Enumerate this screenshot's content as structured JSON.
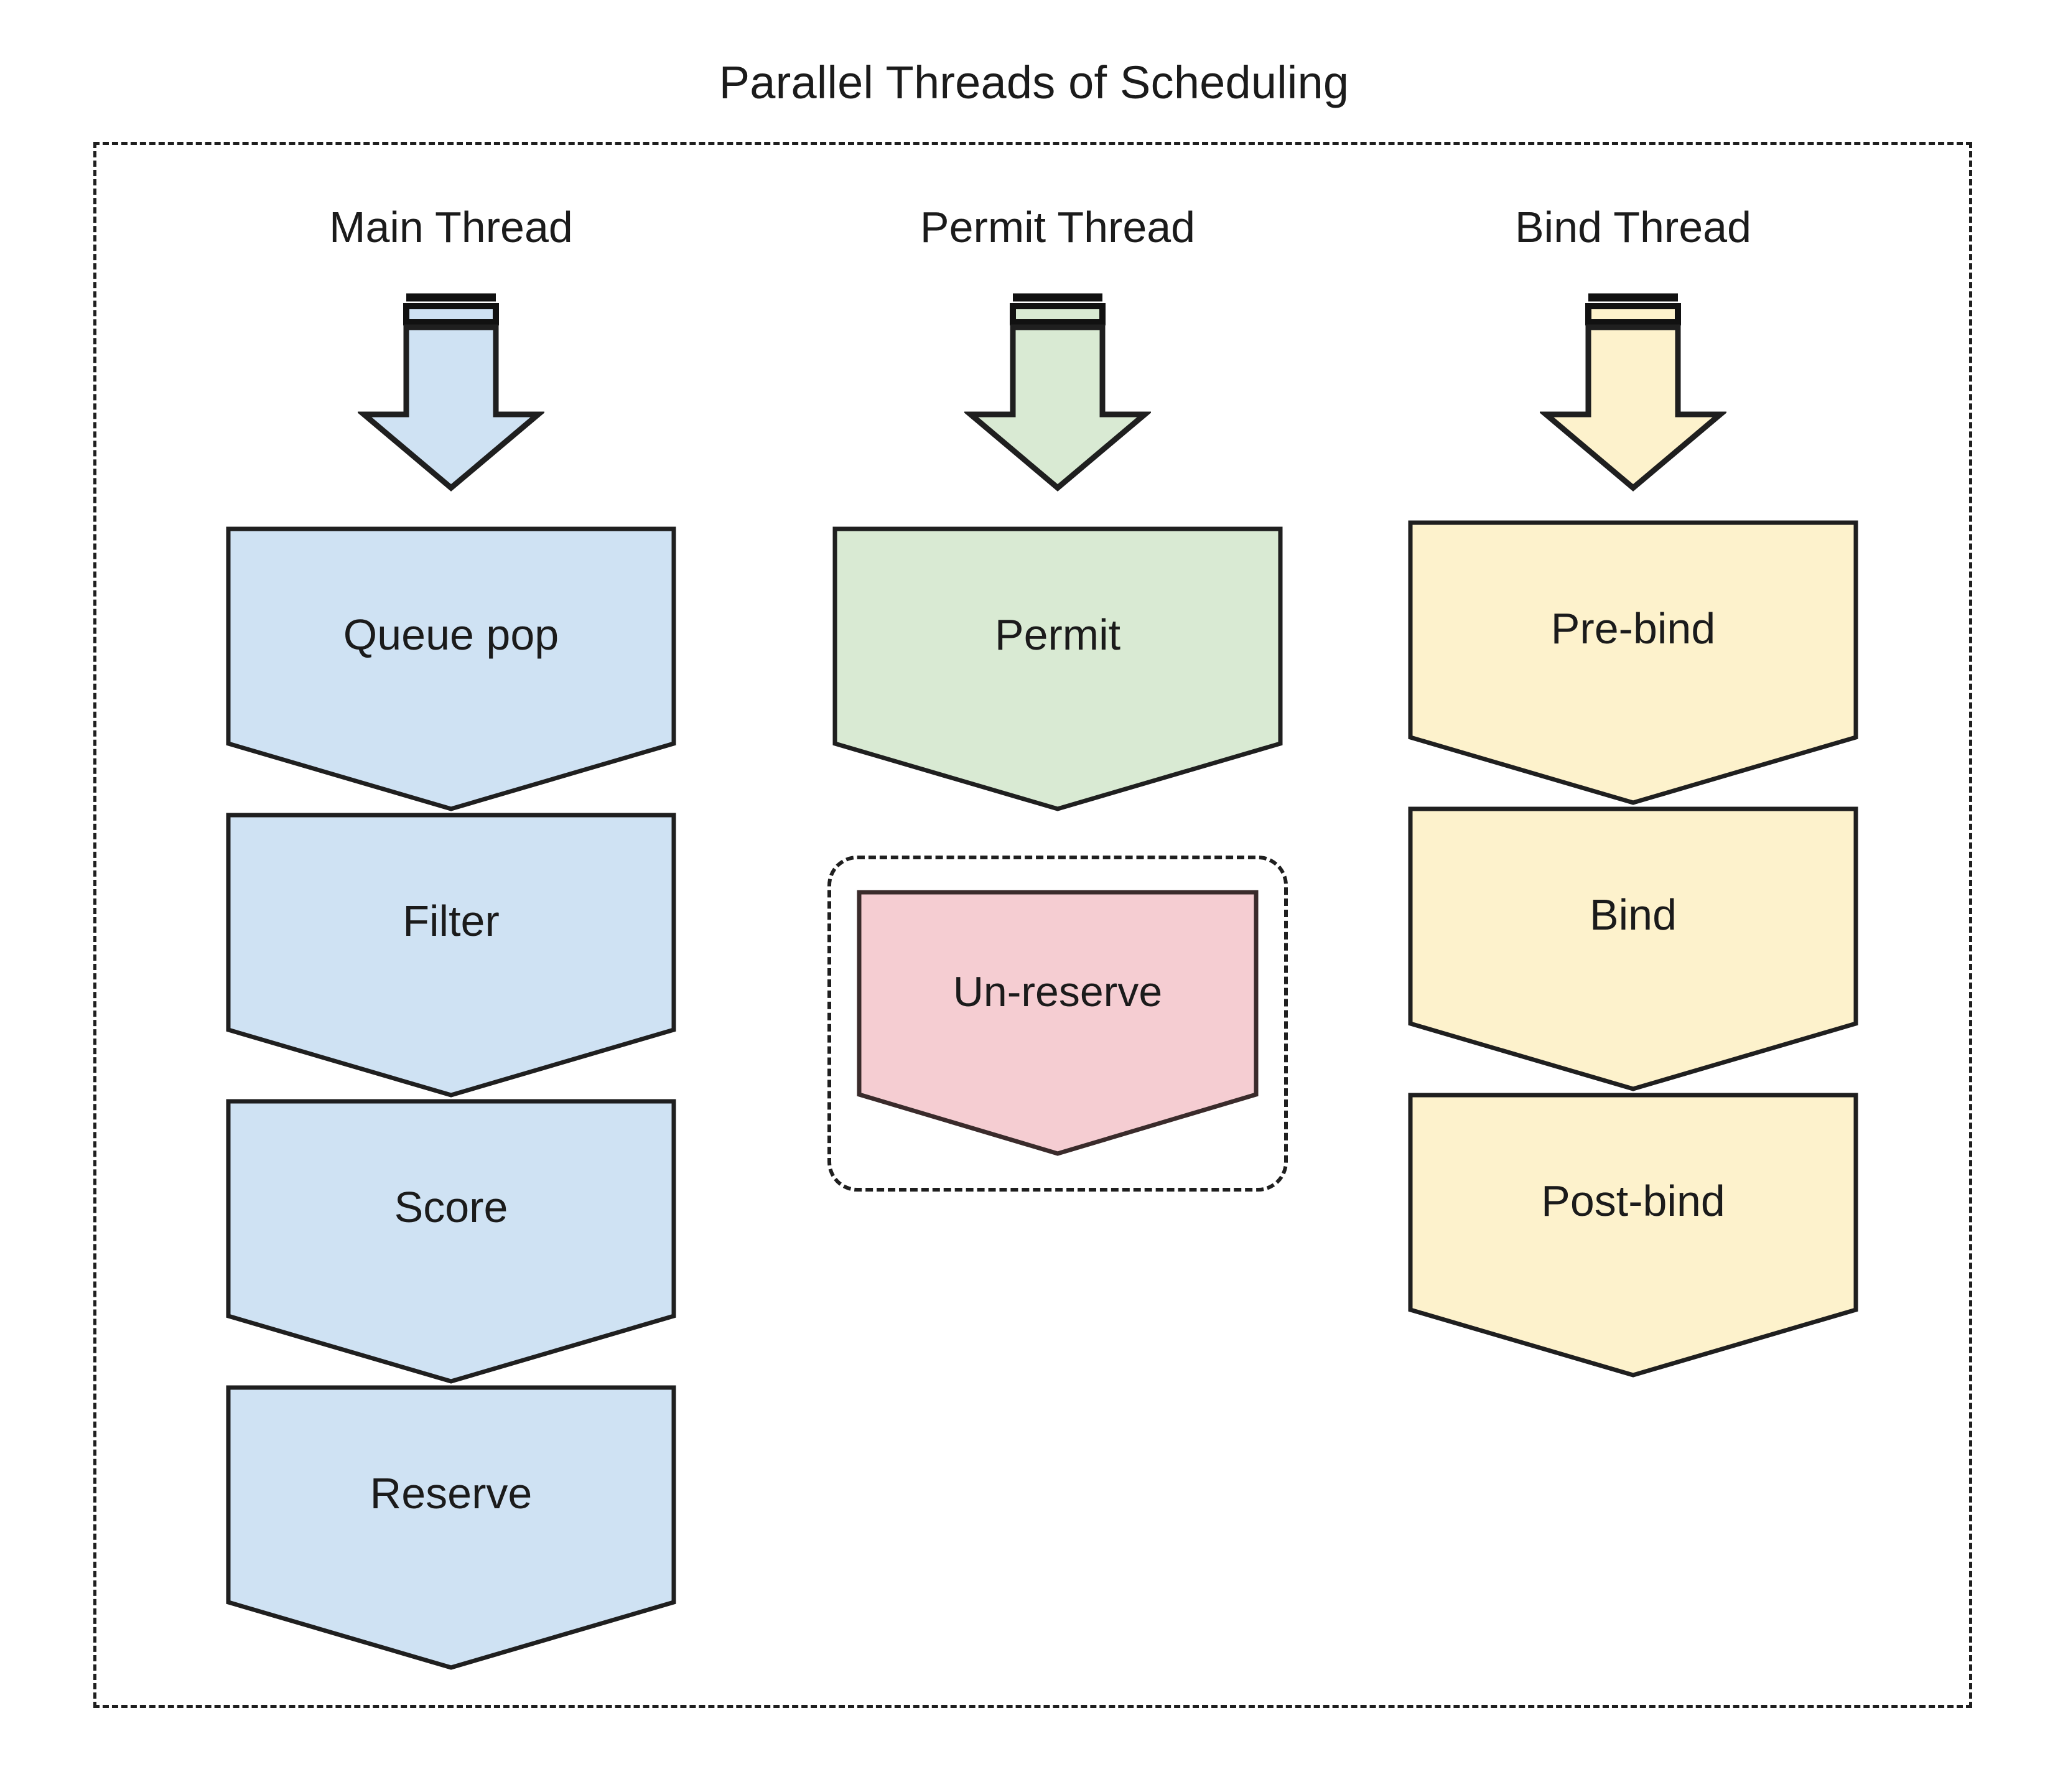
{
  "diagram": {
    "title": "Parallel Threads of Scheduling",
    "container_style": "dashed-rounded-rectangle"
  },
  "colors": {
    "main_fill": "#cfe2f3",
    "permit_fill": "#d9ead3",
    "bind_fill": "#fdf2cc",
    "unreserve_fill": "#f5cdd2",
    "stroke": "#1f1f1f",
    "text": "#1b1b1b",
    "background": "#ffffff"
  },
  "threads": [
    {
      "id": "main",
      "label": "Main Thread",
      "arrow_icon": "down-arrow-icon",
      "fill": "#cfe2f3",
      "steps": [
        {
          "label": "Queue pop",
          "shape": "pentagon-down",
          "fill": "#cfe2f3"
        },
        {
          "label": "Filter",
          "shape": "pentagon-down",
          "fill": "#cfe2f3"
        },
        {
          "label": "Score",
          "shape": "pentagon-down",
          "fill": "#cfe2f3"
        },
        {
          "label": "Reserve",
          "shape": "pentagon-down",
          "fill": "#cfe2f3"
        }
      ]
    },
    {
      "id": "permit",
      "label": "Permit Thread",
      "arrow_icon": "down-arrow-icon",
      "fill": "#d9ead3",
      "steps": [
        {
          "label": "Permit",
          "shape": "pentagon-down",
          "fill": "#d9ead3"
        },
        {
          "label": "Un-reserve",
          "shape": "pentagon-down",
          "fill": "#f5cdd2",
          "grouped": true
        }
      ]
    },
    {
      "id": "bind",
      "label": "Bind Thread",
      "arrow_icon": "down-arrow-icon",
      "fill": "#fdf2cc",
      "steps": [
        {
          "label": "Pre-bind",
          "shape": "pentagon-down",
          "fill": "#fdf2cc"
        },
        {
          "label": "Bind",
          "shape": "pentagon-down",
          "fill": "#fdf2cc"
        },
        {
          "label": "Post-bind",
          "shape": "pentagon-down",
          "fill": "#fdf2cc"
        }
      ]
    }
  ]
}
